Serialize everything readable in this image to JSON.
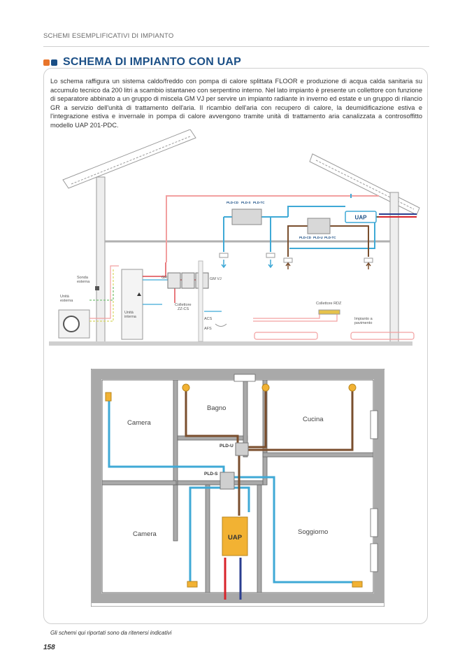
{
  "header": {
    "section": "SCHEMI ESEMPLIFICATIVI DI IMPIANTO",
    "title": "SCHEMA DI IMPIANTO CON UAP",
    "accent_blue": "#1b4f86",
    "accent_orange": "#e8742a"
  },
  "description": "Lo schema raffigura un sistema caldo/freddo con pompa di calore splittata FLOOR e produzione di acqua calda sanitaria su accumulo tecnico da 200 litri a scambio istantaneo con serpentino interno. Nel lato impianto è presente un collettore con funzione di separatore abbinato a un gruppo di miscela GM VJ per servire un impianto radiante in inverno ed estate e un gruppo di rilancio GR a servizio dell'unità di trattamento dell'aria. Il ricambio dell'aria con recupero di calore, la deumidificazione estiva e l'integrazione estiva e invernale in pompa di calore avvengono tramite unità di trattamento aria canalizzata a controsoffitto modello UAP 201-PDC.",
  "diagram": {
    "labels": {
      "uap": "UAP",
      "sonda": "Sonda\nesterna",
      "unita_esterna": "Unità\nesterna",
      "unita_interna": "Unità\ninterna",
      "gr": "GR",
      "gm_vj": "GM VJ",
      "collettore_zz": "Collettore\nZZ-CS",
      "acs": "ACS",
      "afs": "AFS",
      "collettore_rdz": "Collettore RDZ",
      "impianto": "Impianto a\npavimento",
      "pld_top": [
        "PLD-CD",
        "PLD-S",
        "PLD-TC"
      ],
      "pld_bottom": [
        "PLD-CD",
        "PLD-U",
        "PLD-TC"
      ]
    }
  },
  "floorplan": {
    "rooms": [
      "Bagno",
      "Camera",
      "Cucina",
      "Camera",
      "Soggiorno"
    ],
    "pld_u": "PLD-U",
    "pld_s": "PLD-S",
    "uap": "UAP",
    "colors": {
      "supply": "#3fa9d6",
      "extract": "#7a4e2d",
      "hot": "#d8232a",
      "cold": "#2a3d8f",
      "unit": "#f2b233"
    }
  },
  "footnote": "Gli schemi qui riportati sono da ritenersi indicativi",
  "page_number": "158"
}
